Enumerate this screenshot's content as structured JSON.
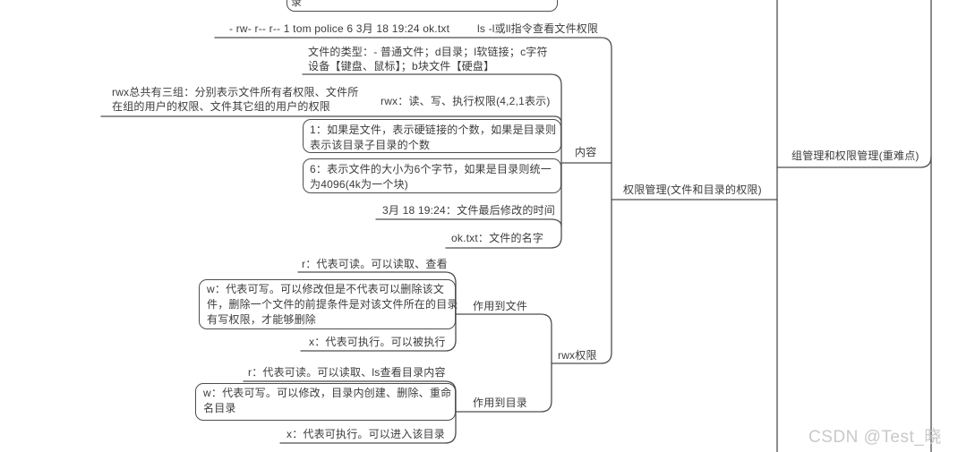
{
  "watermark": "CSDN @Test_晓",
  "colors": {
    "line": "#4d4d4d",
    "text": "#3c3c3c",
    "watermark": "#c9c9c9",
    "background": "#ffffff"
  },
  "nodes": {
    "root": "组管理和权限管理(重难点)",
    "permission": "权限管理(文件和目录的权限)",
    "clipped": "录",
    "ls": {
      "example": "- rw- r-- r-- 1 tom police 6 3月 18 19:24 ok.txt",
      "cmd": "ls -l或ll指令查看文件权限"
    },
    "content": {
      "label": "内容",
      "file_type": "文件的类型：- 普通文件；d目录；l软链接；c字符\n设备【键盘、鼠标】；b块文件【硬盘】",
      "rwx_groups": "rwx总共有三组：分别表示文件所有者权限、文件所\n在组的用户的权限、文件其它组的用户的权限",
      "rwx_meaning": "rwx：读、写、执行权限(4,2,1表示)",
      "hardlink": "1：如果是文件，表示硬链接的个数，如果是目录则\n表示该目录子目录的个数",
      "size": "6：表示文件的大小为6个字节，如果是目录则统一\n为4096(4k为一个块)",
      "mtime": "3月 18 19:24：文件最后修改的时间",
      "filename": "ok.txt：文件的名字"
    },
    "rwx": {
      "label": "rwx权限",
      "to_file": {
        "label": "作用到文件",
        "r": "r：代表可读。可以读取、查看",
        "w": "w：代表可写。可以修改但是不代表可以删除该文\n件，删除一个文件的前提条件是对该文件所在的目录\n有写权限，才能够删除",
        "x": "x：代表可执行。可以被执行"
      },
      "to_dir": {
        "label": "作用到目录",
        "r": "r：代表可读。可以读取、ls查看目录内容",
        "w": "w：代表可写。可以修改，目录内创建、删除、重命\n名目录",
        "x": "x：代表可执行。可以进入该目录"
      }
    }
  }
}
